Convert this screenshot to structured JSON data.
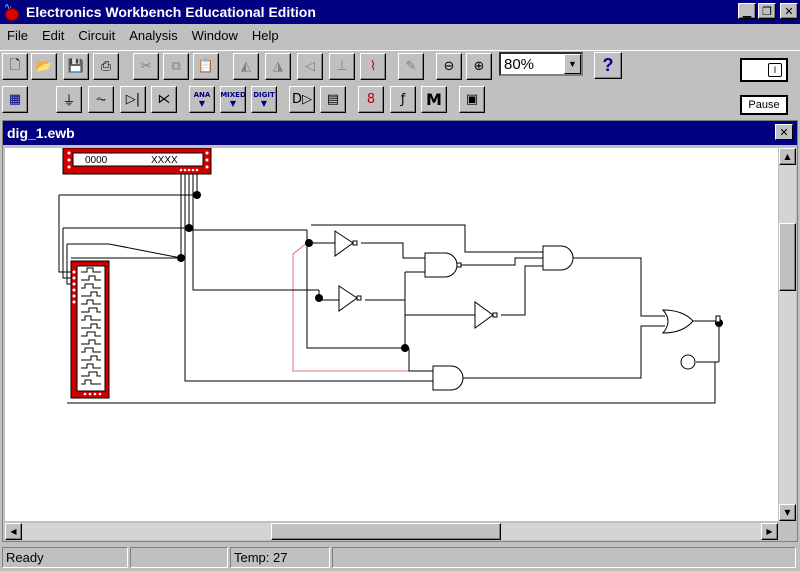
{
  "app": {
    "title": "Electronics Workbench Educational Edition"
  },
  "menu": [
    "File",
    "Edit",
    "Circuit",
    "Analysis",
    "Window",
    "Help"
  ],
  "toolbar": {
    "zoom_value": "80%",
    "help_label": "?",
    "pause_label": "Pause",
    "parts_bins": [
      "ANA",
      "MIXED",
      "DIGIT"
    ]
  },
  "document": {
    "title": "dig_1.ewb",
    "close_label": "✕",
    "word_generator": {
      "address": "0000",
      "word": "XXXX"
    }
  },
  "statusbar": {
    "state": "Ready",
    "middle": "",
    "temp": "Temp: 27",
    "extra": ""
  },
  "colors": {
    "titlebar": "#000080",
    "component_red": "#d00000",
    "wire": "#000000",
    "wire_highlight": "#e07070"
  }
}
